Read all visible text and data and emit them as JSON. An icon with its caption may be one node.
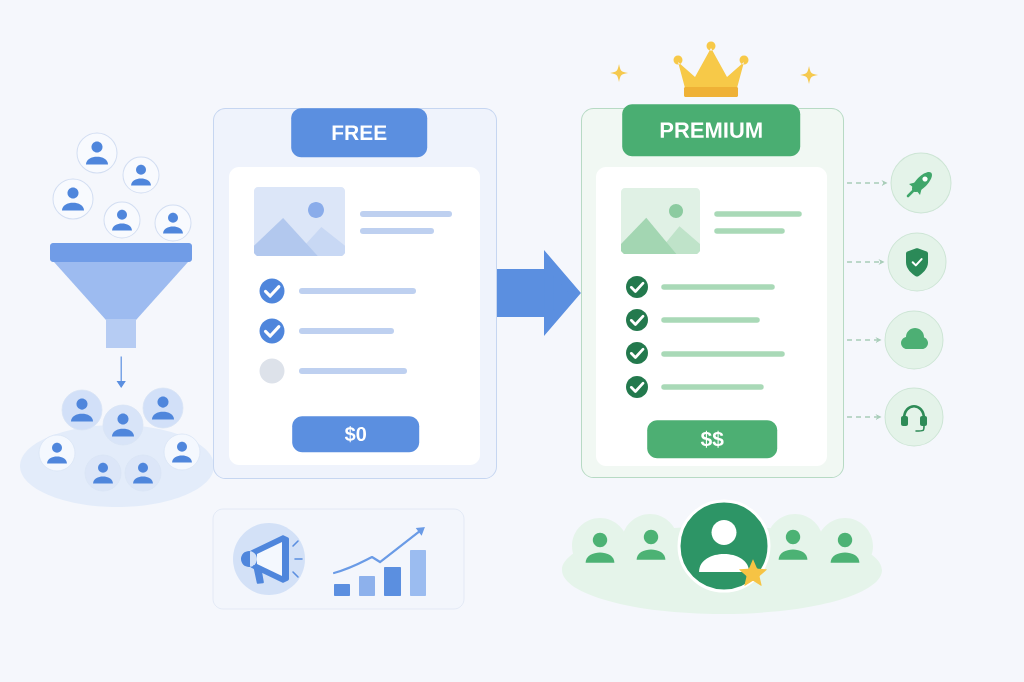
{
  "diagram": {
    "nodes": [
      {
        "text": [],
        "shape": "funnel"
      },
      {
        "text": [],
        "shape": "picture"
      },
      {
        "text": [
          "FREE",
          "$0"
        ]
      },
      {
        "text": [
          "PREMIUM",
          "$$"
        ]
      },
      {
        "text": [],
        "shape": "circle"
      },
      {
        "text": [],
        "shape": "circle"
      },
      {
        "text": [],
        "shape": "circle"
      },
      {
        "text": [],
        "shape": "circle"
      }
    ],
    "edges": [
      {
        "from": 0,
        "to": 1,
        "arrow": "to",
        "color": "#5b8fe0"
      },
      {
        "from": 2,
        "to": 3,
        "arrow": "to",
        "style": "thick",
        "color": "#5b8fe0"
      },
      {
        "from": 3,
        "to": 4,
        "arrow": "to",
        "style": "dashed"
      },
      {
        "from": 3,
        "to": 5,
        "arrow": "to",
        "style": "dashed"
      },
      {
        "from": 3,
        "to": 6,
        "arrow": "to",
        "style": "dashed"
      },
      {
        "from": 3,
        "to": 7,
        "arrow": "to",
        "style": "dashed"
      }
    ]
  }
}
